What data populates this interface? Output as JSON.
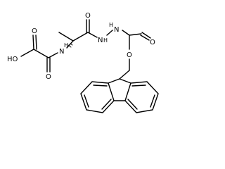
{
  "molecule": {
    "atom_labels": {
      "carboxyl_oh": "HO",
      "carboxyl_o": "O",
      "oxalyl_o": "O",
      "amide_nh": "N",
      "amide_h": "H",
      "ala_carbonyl_o": "O",
      "hydrazide_n1": "N",
      "hydrazide_h1": "H",
      "hydrazide_n2": "N",
      "hydrazide_h2": "H",
      "carbamate_o": "O",
      "ester_o": "O"
    }
  }
}
